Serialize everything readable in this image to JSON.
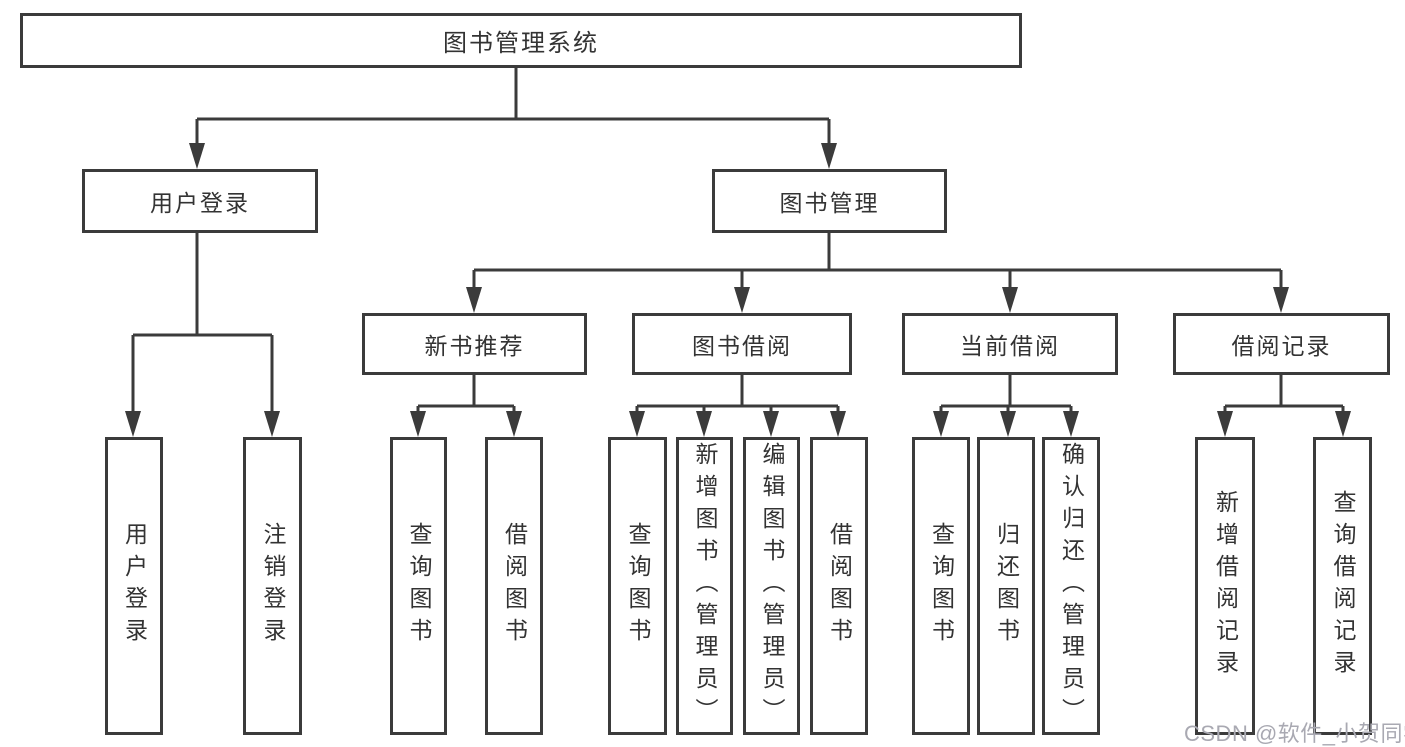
{
  "diagram": {
    "root": {
      "label": "图书管理系统"
    },
    "level2": {
      "user_login": {
        "label": "用户登录"
      },
      "book_mgmt": {
        "label": "图书管理"
      }
    },
    "level3": {
      "new_book_rec": {
        "label": "新书推荐",
        "parent": "图书管理"
      },
      "book_borrow": {
        "label": "图书借阅",
        "parent": "图书管理"
      },
      "current_borrow": {
        "label": "当前借阅",
        "parent": "图书管理"
      },
      "borrow_record": {
        "label": "借阅记录",
        "parent": "图书管理"
      }
    },
    "leaves": {
      "user_login_leaf": {
        "label": "用户登录",
        "parent": "用户登录"
      },
      "logout": {
        "label": "注销登录",
        "parent": "用户登录"
      },
      "query_book_rec": {
        "label": "查询图书",
        "parent": "新书推荐"
      },
      "borrow_book_rec": {
        "label": "借阅图书",
        "parent": "新书推荐"
      },
      "query_book_borrow": {
        "label": "查询图书",
        "parent": "图书借阅"
      },
      "add_book": {
        "label": "新增图书（管理员）",
        "parent": "图书借阅"
      },
      "edit_book": {
        "label": "编辑图书（管理员）",
        "parent": "图书借阅"
      },
      "borrow_book": {
        "label": "借阅图书",
        "parent": "图书借阅"
      },
      "query_book_current": {
        "label": "查询图书",
        "parent": "当前借阅"
      },
      "return_book": {
        "label": "归还图书",
        "parent": "当前借阅"
      },
      "confirm_return": {
        "label": "确认归还（管理员）",
        "parent": "当前借阅"
      },
      "add_borrow_record": {
        "label": "新增借阅记录",
        "parent": "借阅记录"
      },
      "query_borrow_record": {
        "label": "查询借阅记录",
        "parent": "借阅记录"
      }
    },
    "watermark": {
      "text": "CSDN @软件_小贺同学"
    },
    "colors": {
      "line": "#3b3b3b",
      "text": "#333333",
      "box_background": "#ffffff",
      "watermark": "#a9a9b2"
    }
  }
}
